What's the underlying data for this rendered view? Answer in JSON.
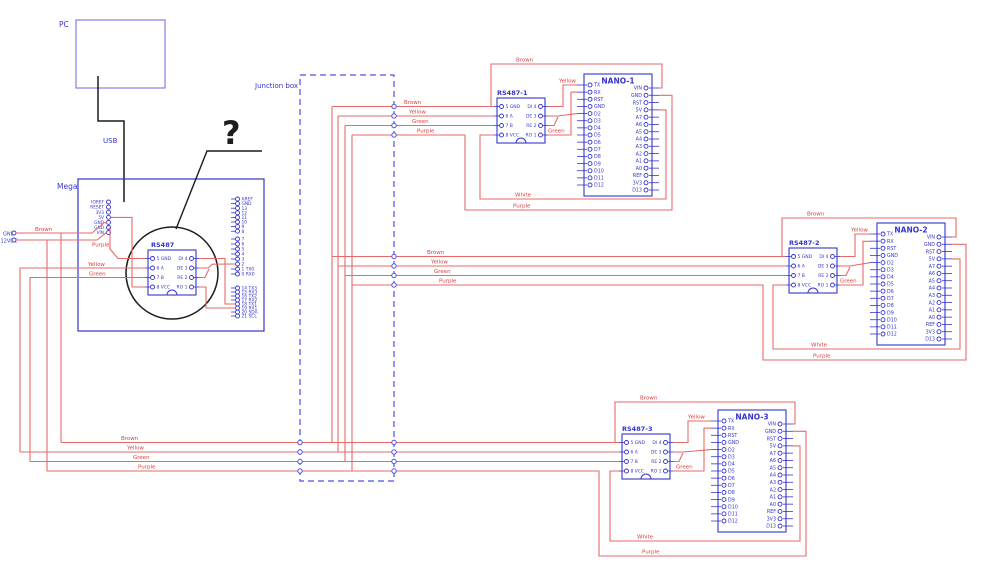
{
  "labels": {
    "pc": "PC",
    "usb": "USB",
    "junction_box": "Junction box",
    "question_mark": "?",
    "gnd_terminal": "GND",
    "supply_terminal": "12VDC"
  },
  "wire_labels": {
    "brown": "Brown",
    "yellow": "Yellow",
    "green": "Green",
    "purple": "Purple",
    "white": "White"
  },
  "mega": {
    "title": "Mega",
    "left_pins": [
      "IOREF",
      "RESET",
      "3V3",
      "5V",
      "GND",
      "GND",
      "VIN"
    ],
    "right_pins_top": [
      "AREF",
      "GND",
      "13",
      "12",
      "11",
      "10",
      "9",
      "8"
    ],
    "right_pins_middle": [
      "7",
      "6",
      "5",
      "4",
      "3",
      "2",
      "1 TX0",
      "0 RX0"
    ],
    "right_pins_bottom": [
      "14 TX3",
      "15 RX3",
      "16 TX2",
      "17 RX2",
      "18 TX1",
      "19 RX1",
      "20 SDA",
      "21 SCL"
    ]
  },
  "rs485": {
    "titles": [
      "RS487",
      "RS487-1",
      "RS487-2",
      "RS487-3"
    ],
    "left_pins": [
      "5 GND",
      "6 A",
      "7 B",
      "8 VCC"
    ],
    "right_pins": [
      "DI 4",
      "DE 3",
      "RE 2",
      "RO 1"
    ]
  },
  "nano": {
    "titles": [
      "NANO-1",
      "NANO-2",
      "NANO-3"
    ],
    "left_pins": [
      "TX",
      "RX",
      "RST",
      "GND",
      "D2",
      "D3",
      "D4",
      "D5",
      "D6",
      "D7",
      "D8",
      "D9",
      "D10",
      "D11",
      "D12"
    ],
    "right_pins": [
      "VIN",
      "GND",
      "RST",
      "5V",
      "A7",
      "A6",
      "A5",
      "A4",
      "A3",
      "A2",
      "A1",
      "A0",
      "REF",
      "3V3",
      "D13"
    ]
  },
  "colors": {
    "wire": "#e66a6a",
    "wire_label": "#d94040",
    "component_blue": "#3535cc",
    "pc_blue": "#8080e8",
    "junction_blue": "#4d4de8",
    "black": "#1c1c1c",
    "background": "#ffffff"
  }
}
